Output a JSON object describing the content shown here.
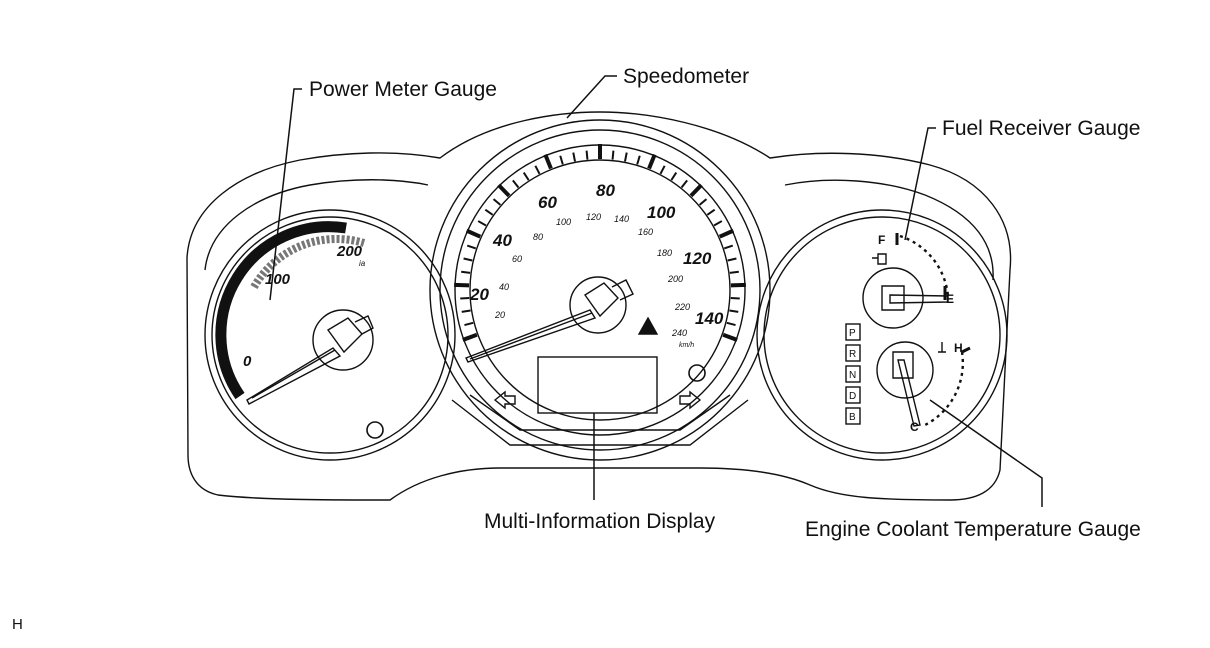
{
  "callouts": {
    "power_meter": "Power Meter Gauge",
    "speedometer": "Speedometer",
    "fuel": "Fuel Receiver Gauge",
    "mid": "Multi-Information Display",
    "coolant": "Engine Coolant Temperature Gauge"
  },
  "power_gauge": {
    "labels": [
      "0",
      "100",
      "200"
    ],
    "unit": "ia"
  },
  "speedometer": {
    "mph_labels": [
      "20",
      "40",
      "60",
      "80",
      "100",
      "120",
      "140"
    ],
    "kmh_labels": [
      "20",
      "40",
      "60",
      "80",
      "100",
      "120",
      "140",
      "160",
      "180",
      "200",
      "220",
      "240"
    ],
    "unit": "km/h"
  },
  "fuel_gauge": {
    "full": "F",
    "empty": "E"
  },
  "coolant_gauge": {
    "hot": "H",
    "cold": "C"
  },
  "gear_indicators": [
    "P",
    "R",
    "N",
    "D",
    "B"
  ],
  "corner_mark": "H"
}
